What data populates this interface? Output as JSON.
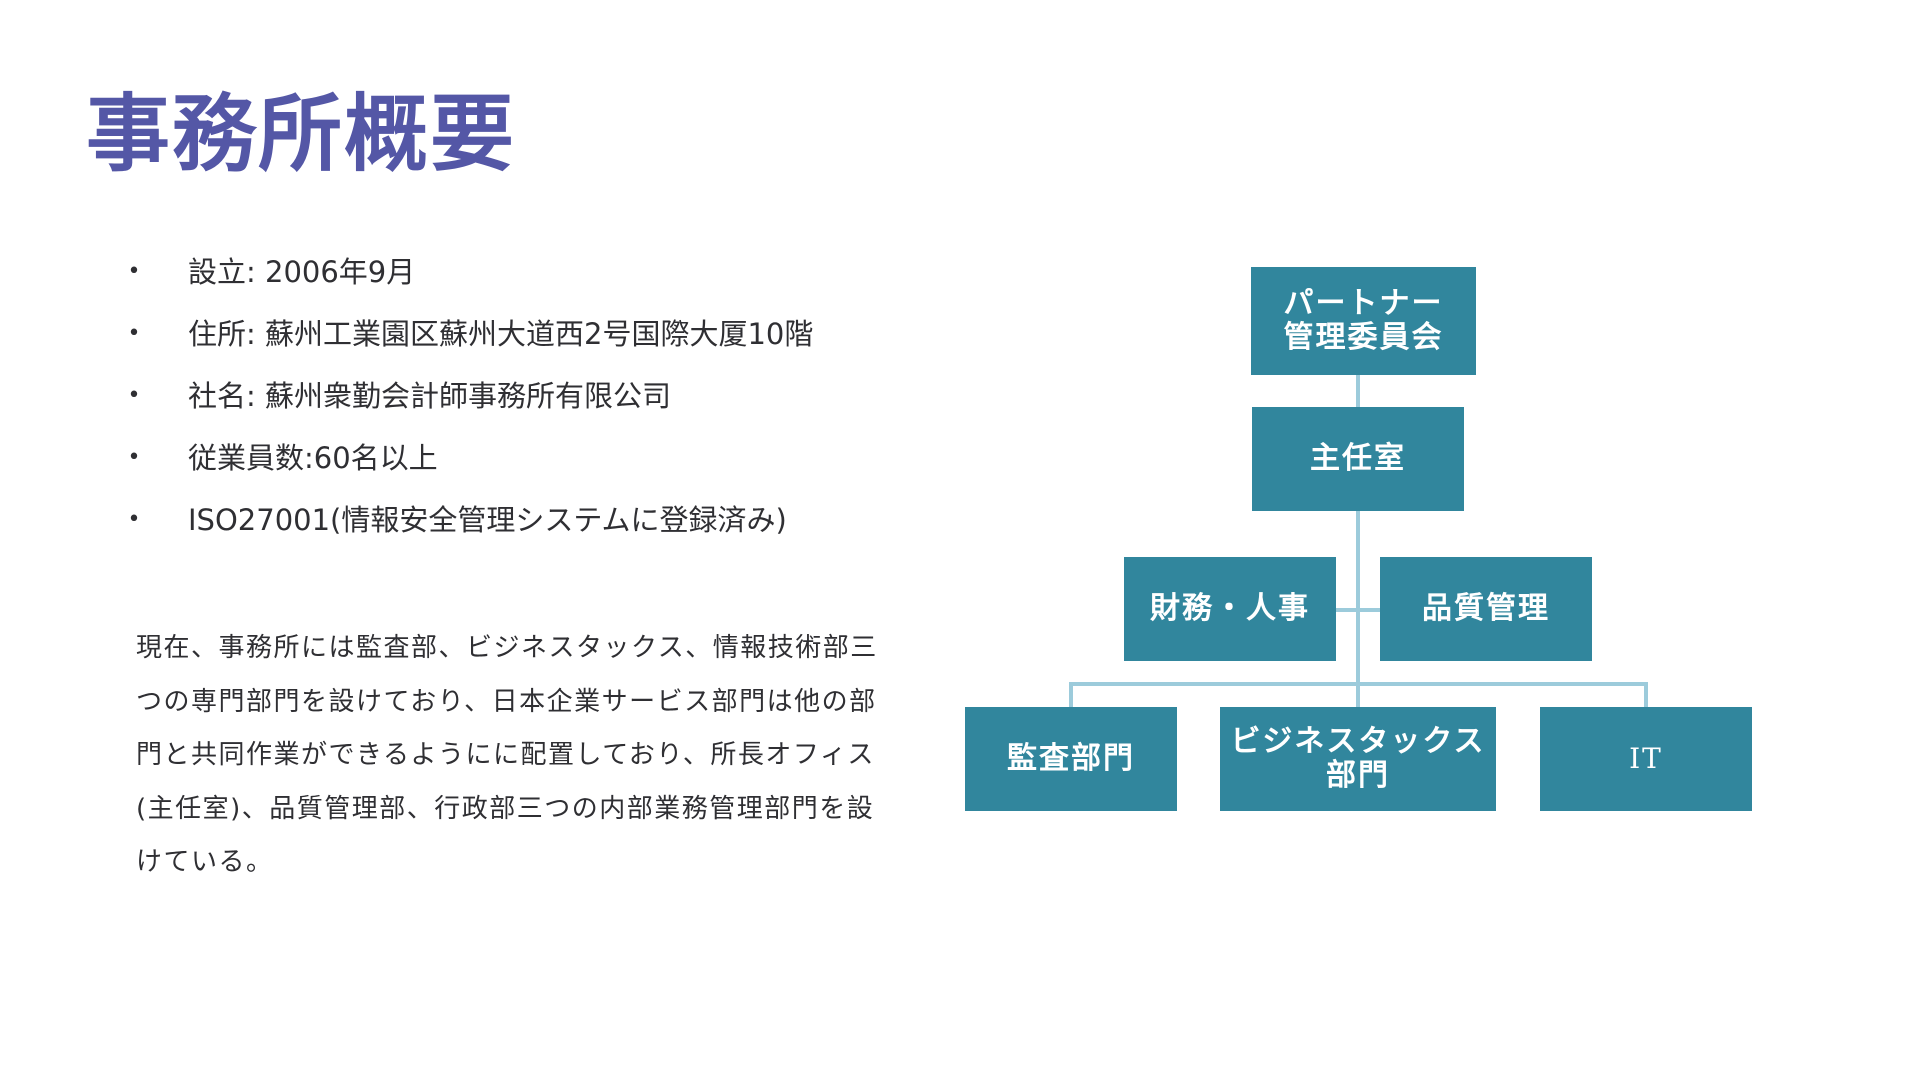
{
  "title": "事務所概要",
  "bullets": [
    "設立: 2006年9月",
    "住所: 蘇州工業園区蘇州大道西2号国際大厦10階",
    "社名: 蘇州衆勤会計師事務所有限公司",
    "従業員数:60名以上",
    "ISO27001(情報安全管理システムに登録済み)"
  ],
  "bullet_marker": "•",
  "paragraph": "現在、事務所には監査部、ビジネスタックス、情報技術部三つの専門部門を設けており、日本企業サービス部門は他の部門と共同作業ができるようにに配置しており、所長オフィス(主任室)、品質管理部、行政部三つの内部業務管理部門を設けている。",
  "org_chart": {
    "colors": {
      "box": "#31869d",
      "connector": "#9ccbdb",
      "text": "#ffffff"
    },
    "nodes": {
      "partner": "パートナー\n管理委員会",
      "chief_office": "主任室",
      "finance_hr": "財務・人事",
      "quality": "品質管理",
      "audit": "監査部門",
      "business_tax": "ビジネスタックス\n部門",
      "it": "IT"
    }
  }
}
